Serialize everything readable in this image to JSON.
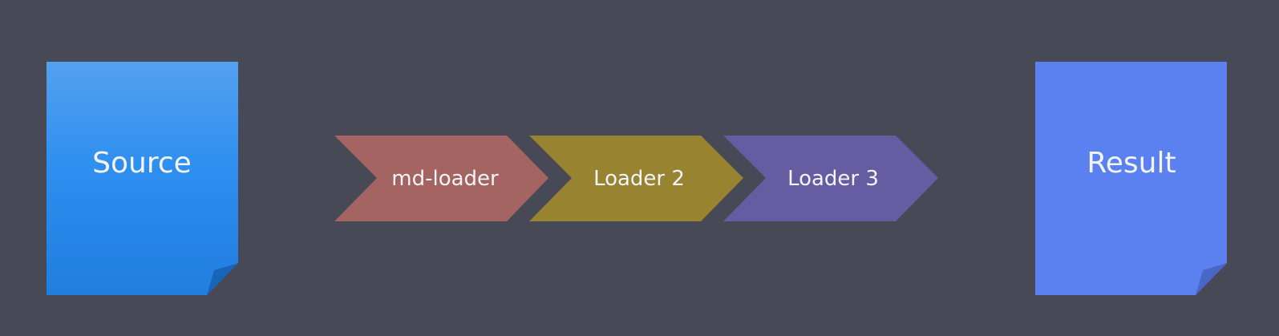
{
  "diagram": {
    "source": {
      "label": "Source",
      "color_top": "#54a0ef",
      "color_mid": "#2e8ff0",
      "color_bottom": "#1f7ede",
      "fold_color": "#1865b8"
    },
    "loaders": [
      {
        "label": "md-loader",
        "color": "#a36462"
      },
      {
        "label": "Loader 2",
        "color": "#988330"
      },
      {
        "label": "Loader 3",
        "color": "#655ca2"
      }
    ],
    "result": {
      "label": "Result",
      "color": "#5b80ef",
      "fold_color": "#4a67c7"
    },
    "background": "#474956"
  }
}
